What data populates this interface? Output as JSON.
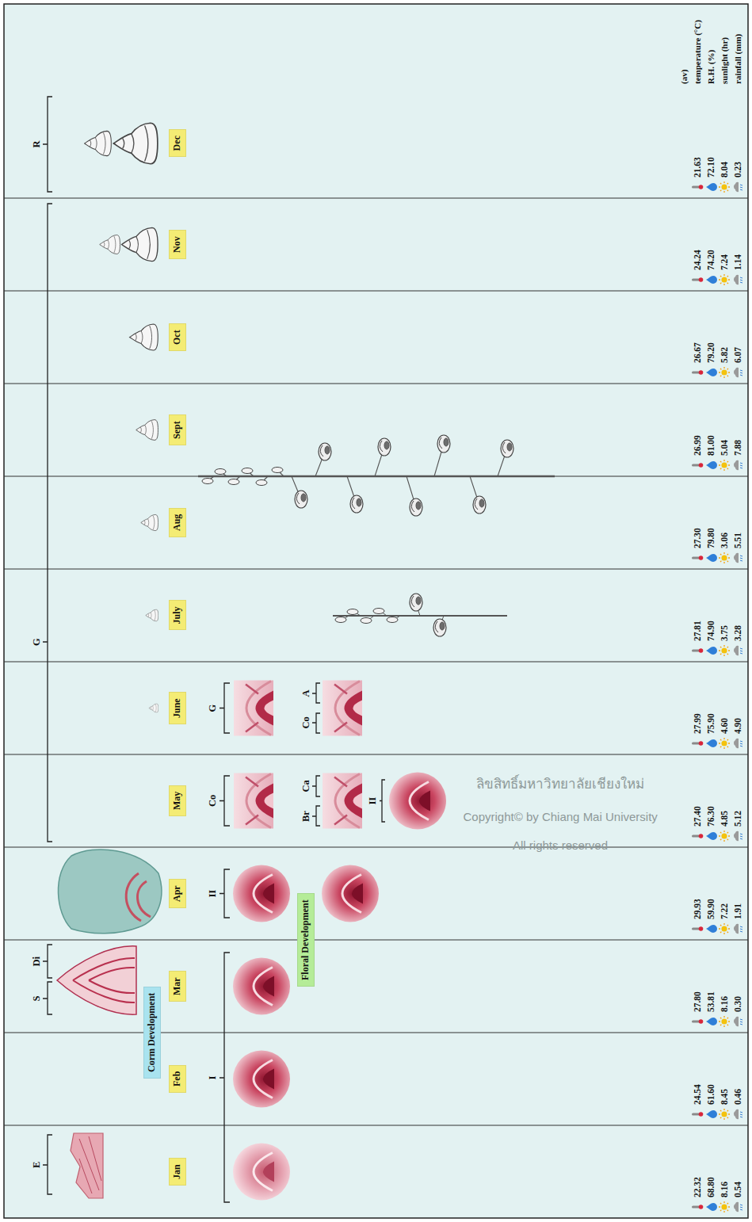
{
  "diagram": {
    "nodes": [
      {
        "text": [
          "Jan"
        ]
      },
      {
        "text": [
          "Feb"
        ]
      },
      {
        "text": [
          "Mar"
        ]
      },
      {
        "text": [
          "Apr"
        ]
      },
      {
        "text": [
          "May"
        ]
      },
      {
        "text": [
          "June"
        ]
      },
      {
        "text": [
          "July"
        ]
      },
      {
        "text": [
          "Aug"
        ]
      },
      {
        "text": [
          "Sept"
        ]
      },
      {
        "text": [
          "Oct"
        ]
      },
      {
        "text": [
          "Nov"
        ]
      },
      {
        "text": [
          "Dec"
        ]
      },
      {
        "text": [
          "Floral Development"
        ]
      },
      {
        "text": [
          "Corm Development"
        ]
      }
    ],
    "labels": [
      "(av)",
      "temperature (°C)",
      "R.H. (%)",
      "sunlight (hr)",
      "rainfall (mm)",
      "22.32",
      "68.80",
      "8.16",
      "0.54",
      "24.54",
      "61.60",
      "8.45",
      "0.46",
      "27.80",
      "53.81",
      "8.16",
      "0.30",
      "29.93",
      "59.90",
      "7.22",
      "1.91",
      "27.40",
      "76.30",
      "4.85",
      "5.12",
      "27.99",
      "75.90",
      "4.60",
      "4.90",
      "27.81",
      "74.90",
      "3.75",
      "3.28",
      "27.30",
      "79.80",
      "3.06",
      "5.51",
      "26.99",
      "81.00",
      "5.04",
      "7.88",
      "26.67",
      "79.20",
      "5.82",
      "6.07",
      "24.24",
      "74.20",
      "7.24",
      "1.14",
      "21.63",
      "72.10",
      "8.04",
      "0.23",
      "I",
      "II",
      "Br",
      "Ca",
      "Co",
      "II",
      "Co",
      "A",
      "G",
      "E",
      "S",
      "Di",
      "G",
      "R",
      "ลิขสิทธิ์มหาวิทยาลัยเชียงใหม่",
      "Copyright© by Chiang Mai University",
      "All rights reserved"
    ]
  }
}
